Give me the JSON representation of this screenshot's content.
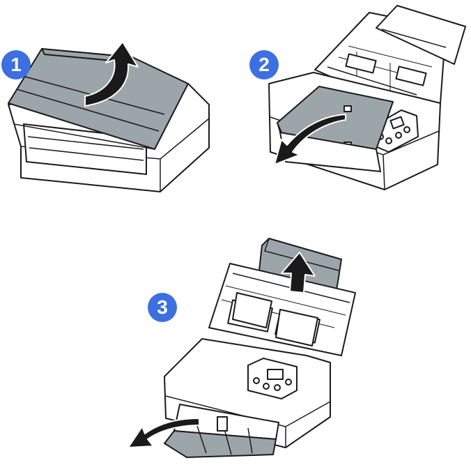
{
  "steps": [
    {
      "number": "1"
    },
    {
      "number": "2"
    },
    {
      "number": "3"
    }
  ],
  "colors": {
    "badge": "#3d6fe0",
    "cover_gray": "#9ba5aa",
    "outline": "#1a1a1a",
    "arrow": "#1a1a1a"
  }
}
